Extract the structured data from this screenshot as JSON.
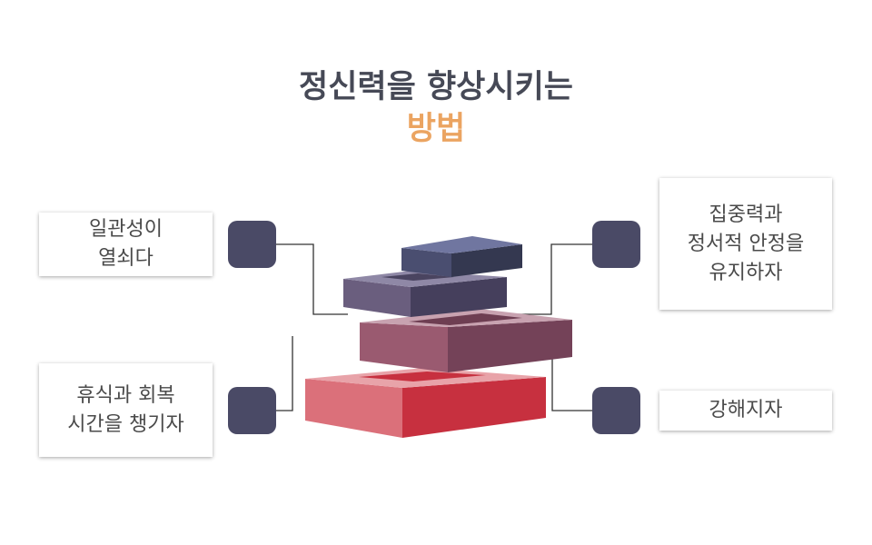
{
  "title": {
    "line1": "정신력을 향상시키는",
    "line2": "방법"
  },
  "items": [
    {
      "text": "일관성이\n열쇠다"
    },
    {
      "text": "휴식과 회복\n시간을 챙기자"
    },
    {
      "text": "집중력과\n정서적 안정을\n유지하자"
    },
    {
      "text": "강해지자"
    }
  ],
  "colors": {
    "title": "#464956",
    "accent": "#eba461",
    "marker": "#4a4a66"
  }
}
